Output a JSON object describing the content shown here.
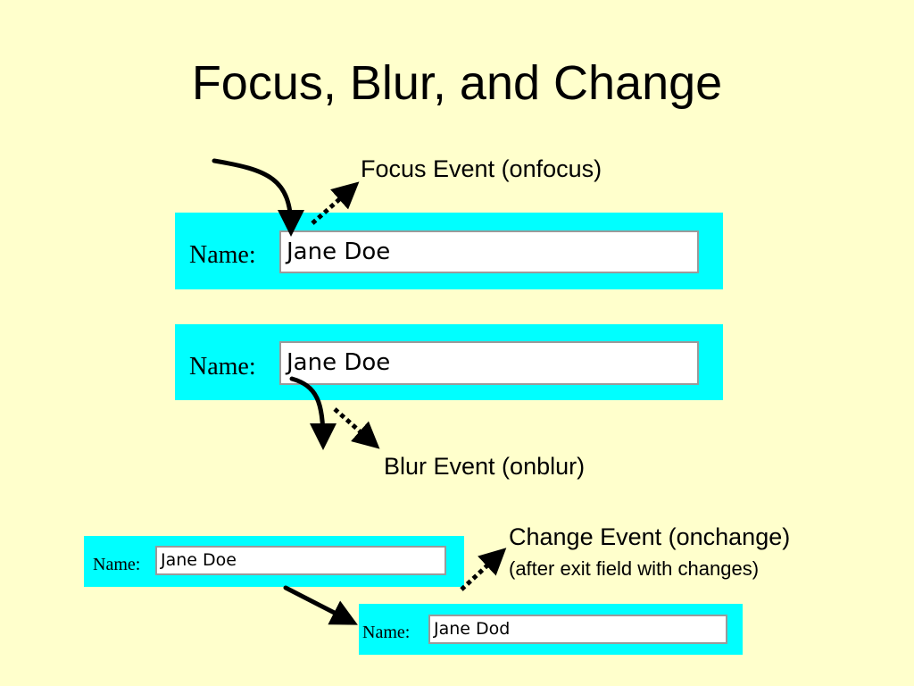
{
  "title": "Focus, Blur, and Change",
  "focus": {
    "caption": "Focus Event (onfocus)",
    "label": "Name:",
    "value": "Jane Doe"
  },
  "blur": {
    "caption": "Blur Event (onblur)",
    "label": "Name:",
    "value": "Jane Doe"
  },
  "change": {
    "caption": "Change Event (onchange)",
    "subcaption": "(after exit field with changes)",
    "before": {
      "label": "Name:",
      "value": "Jane Doe"
    },
    "after": {
      "label": "Name:",
      "value": "Jane Dod"
    }
  },
  "colors": {
    "background": "#ffffcc",
    "panel": "#00ffff",
    "field": "#ffffff"
  }
}
